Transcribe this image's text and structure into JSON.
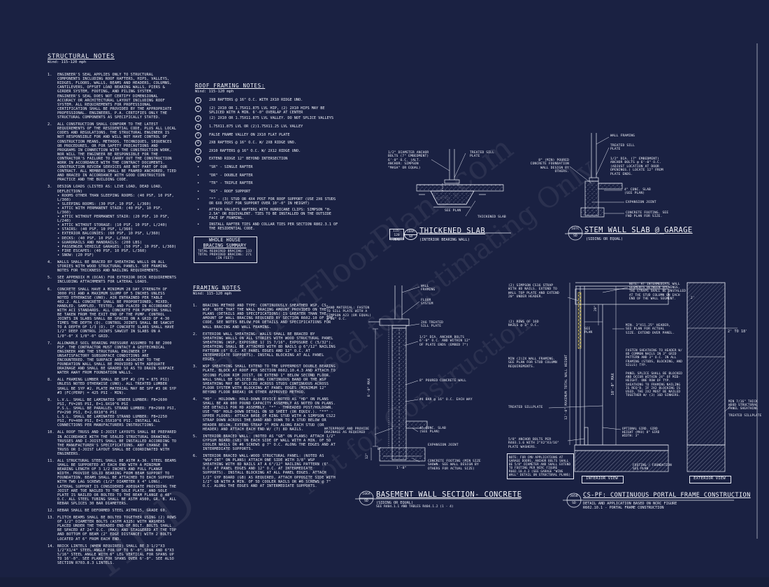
{
  "structural": {
    "title": "STRUCTURAL NOTES",
    "wind": "Wind: 115-120 mph",
    "notes": [
      {
        "n": "1.",
        "text": "Engineer's seal applies only to structural components including roof rafters, hips, valleys, ridges, floors, walls, beams and headers, columns, cantilevers, offset load bearing walls, piers & girder system, footing, and piling system. Engineer's seal does not certify dimensional accuracy or architectural layout including roof system. All requirements for professional certification shall be provided by the appropriate professional. Engineers, P.A. certifies only the structural components as specifically stated."
      },
      {
        "n": "2.",
        "text": "All construction shall conform to the latest requirements of the residential code, plus all local codes and regulations. The structural engineer is not responsible for and will not have control of construction means, methods, techniques, sequences or procedures, or for safety precautions and programs in connection with the construction work, nor will the engineer be responsible for the contractor's failure to carry out the construction work in accordance with the contract documents. Construction review services are not part of our contract. All members shall be framed anchored, tied and braced in accordance with good construction practice and the building code."
      },
      {
        "n": "3.",
        "text": "Design loads (listed as: live load, dead load, deflection)\n• Rooms other than sleeping rooms: (40 psf, 10 psf, L/360)\n• Sleeping rooms: (30 psf, 10 psf, L/360)\n• Attic with permanent stair: (40 psf, 10 psf, L/360)\n• Attic without permanent stair: (20 psf, 10 psf, L/240)\n• Attic without storage: (10 psf, 10 psf, L/240)\n• Stairs: (40 psf, 10 psf, L/360)\n• Exterior balconies: (60 psf, 10 psf, L/360)\n• Decks: (40 psf, 10 psf, L/360)\n• Guardrails and handrails: (200 lbs)\n• Passenger vehicle garages: (50 psf, 10 psf, L/360)\n• Fire escapes: (40 psf, 10 psf, L/360)\n• Snow: (20 psf)"
      },
      {
        "n": "4.",
        "text": "Walls shall be braced by sheathing walls on all stories with wood structural panels. See framing notes for thickness and nailing requirements."
      },
      {
        "n": "5.",
        "text": "See appendix M (DCA6) for exterior deck requirements including attachments for lateral loads."
      },
      {
        "n": "6.",
        "text": "Concrete shall have a minimum 28 day strength of 3000 psi and a maximum slump of 5 inches unless noted otherwise (UNO). Air entrained per table 402.2. All concrete shall be proportioned, mixed, handled, sampled, tested, and placed in accordance with ACI standards. All concrete for pumping shall be taken from the exit end of the pump. Control joints in slabs shall be spaced on a grid of 4-30 times the depth (d). Control joints shall be sawcut to a depth of 1/3 (d). If concrete slabs shall have 1/2\" deep control joints sawcut in slabs on a 1/0\"-0\" x 1/0\"-0\" grid."
      },
      {
        "n": "7.",
        "text": "Allowable soil bearing pressure assumed to be 2000 psf. The contractor must contact a geotechnical engineer and the structural engineer if unsatisfactory subsurface conditions are encountered. The surface area adjacent to the foundation wall shall be provided with adequate drainage and shall be graded so as to drain surface water away from foundation walls."
      },
      {
        "n": "8.",
        "text": "All framing lumber shall be SPF #2 (Fb = 875 psi) unless noted otherwise (UNO). All treated lumber shall be SYP #2. Plate material may be SPF #3 or SYP #3 (Fc(perp) = 425 psi - min)."
      },
      {
        "n": "9.",
        "text": "L.V.L. shall be laminated veneer lumber: Fb=2600 psi, Fv=285 psi, E=1.9x10^6 psi\n P.S.L. shall be parallel strand lumber: Fb=2900 psi, Fv=290 psi, E=2.0x10^6 psi\n L.S.L. shall be laminated strand lumber: Fb=2250 psi, Fv=400 psi, E=1.55x10^6 psi. Install all connections per manufacturers instructions."
      },
      {
        "n": "10.",
        "text": "All roof truss and I-joist layouts shall be prepared in accordance with the sealed structural drawings. Trusses and I-joists shall be installed according to the manufacturer's specifications. Any change in truss or I-joist layout shall be coordinated with engineers."
      },
      {
        "n": "11.",
        "text": "All structural steel shall be ASTM A-36. Steel beams shall be supported at each end with a minimum bearing length of 3 1/2 inches and full flange width. Provide solid bearing from beam support to foundation. Beams shall be attached to each support with two lag screws (1/2\" diameter x 4\" long). Lateral support is considered adequate providing the joist are toe nailed to the sole plate, and sole plate is nailed or bolted to the beam flange @ 48\" o.c. All steel tubing shall be ASTM A500, Gr. B. All rebar splices 30 bar diameters."
      },
      {
        "n": "12.",
        "text": "Rebar shall be deformed steel ASTM615, grade 60."
      },
      {
        "n": "13.",
        "text": "Flitch beams shall be bolted together using (2) rows of 1/2\" diameter bolts (ASTM A325) with washers placed under the threaded end of bolt. Bolts shall be spaced at 24\" o.c. (max) and staggered at the top and bottom of beam (2\" edge distance) with 2 bolts located at 6\" from each end."
      },
      {
        "n": "14.",
        "text": "Brick lintels (when required) shall be 3 1/2\"x3 1/2\"x1/4\" steel angle for up to 6'-0\" span and 6\"x3 5/16\" steel angle with 6\" leg vertical for spans up to 16'-0\". See plans for spans over 6'-0\". See also section R703.8.3 lintels."
      }
    ]
  },
  "roof_framing": {
    "title": "ROOF FRAMING NOTES:",
    "wind": "Wind: 115-120 mph",
    "items": [
      {
        "m": "1",
        "text": "2x8 rafters @ 16\" o.c. with 2x10 ridge UNO."
      },
      {
        "m": "2",
        "text": "(2) 2x10 or 1.75x11.875 LVL hip, (2) 2x10 hips may be spliced with a min. 6'-0\" overlap at center"
      },
      {
        "m": "3",
        "text": "(2) 2x10 or 1.75x11.875 LVL valley. Do not splice valleys"
      },
      {
        "m": "4",
        "text": "1.75x11.875 LVL or (2)1.75x11.25 LVL valley"
      },
      {
        "m": "5",
        "text": "False frame valley on 2x10 flat plate"
      },
      {
        "m": "6",
        "text": "2x8 rafters @ 16\" o.c. w/ 2x8 ridge UNO."
      },
      {
        "m": "7",
        "text": "2x10 rafters @ 16\" o.c. w/ 2x12 ridge UNO."
      },
      {
        "m": "8",
        "text": "Extend ridge 12\" beyond intersection"
      },
      {
        "m": "•",
        "text": "\"SR\" - single rafter"
      },
      {
        "m": "•",
        "text": "\"DR\" - double rafter"
      },
      {
        "m": "•",
        "text": "\"TR\" - triple rafter"
      },
      {
        "m": "•",
        "text": "\"RS\" - roof support"
      },
      {
        "m": "•",
        "text": "\"*\" - (3) stud or 4x4 post for roof support (use 2x6 studs or 6x6 post for support over 10'-0\" in height)"
      },
      {
        "m": "•",
        "text": "Attach valleys rafters with hurricane clips: Simpson \"H-2.5A\" or equivalent. Ties to be installed on the outside face of framing."
      },
      {
        "m": "•",
        "text": "Install rafter ties and collar ties per section R802.3.1 of the residential code."
      }
    ]
  },
  "bracing": {
    "title1": "WHOLE HOUSE",
    "title2": "BRACING SUMMARY",
    "line1": "TOTAL REQUIRED BRACING: 133",
    "line2": "TOTAL PROVIDED BRACING: 271",
    "line3": "(IN FEET)"
  },
  "framing": {
    "title": "FRAMING NOTES",
    "wind": "Wind: 115-120 mph",
    "notes": [
      {
        "n": "1.",
        "text": "Bracing method and type: continuously sheathed WSP, CS-WSP. Note that the wall bracing amount provided on the plans (details and specifications) is greater than the amount of wall bracing required by section R602.10 of the code. See notes below for details and specifications for wall bracing and wall framing."
      },
      {
        "n": "2.",
        "text": "Exterior wall sheathing: walls shall be braced by sheathing walls on all stories with wood structural panel sheathing (WSP, exposure 1) is 7/16\", exposure C (5/32\"). Sheathing shall be attached with 8d nails @ 6\"/12\" nailing pattern (6\" o.c. at panel edges and 12\" o.c. at intermediate supports). Install blocking at all panel edges."
      },
      {
        "n": "3.",
        "text": "WSP sheathing shall extend to the uppermost double bearing plate, block at roof per section R602.10.4.3 and attach to second floor rim joist, or extend 1\" below second floor. Wall shall be spliced along continuous band or the WSP sheathing may be spliced across studs continuous across floor system with blocking at panel edges (minimum 12\" beyond floor break) or other approved method."
      },
      {
        "n": "4.",
        "text": "\"HD\" - holdown: hold-down device noted as \"HD\" on plans shall be an 800 pound capacity assembly as noted on plans. See details for HD assembly. \"*\" - threaded post/holdown. Use \"HD\" hold-down detail on SD sheet (or equiv.). \"**\" - upper floors: attach base of king stud with a Simpson CS22 strap down across the band and down to a stud below or header below. Extend strap 7\" min along each stud (or header) and attach each end w/ (7) 8d nails."
      },
      {
        "n": "5.",
        "text": "Interior braced wall: (noted as \"GB\" on plans) attach 1/2\" gypsum board (GB) on each side of wall with a min. of 5d cooler nails or #6 screws @ 7\" o.c. along the edges and at intermediate supports."
      },
      {
        "n": "6.",
        "text": "Interior braced wall-wood structural panel: (noted as \"WSP-INT\" on plans) attach one side with 3/8\" WSP sheathing with 8d nails at a 6\"/12\" nailing pattern (6\" o.c. at panel edges and 12\" o.c. at intermediate supports). Install blocking at all panel edges. Attach 1/2\" gyp board (GB) as required, attach opposite side with 1/2\" GB with a min. of 5d cooler nails or #6 screws @ 7\" o.c. along the edges and at intermediate supports."
      }
    ]
  },
  "thickened_slab": {
    "title": "THICKENED SLAB",
    "subtitle": "(INTERIOR BEARING WALL)",
    "tag_top": "115-120",
    "tag_bottom": "MPH",
    "tag_ref_top": "104A",
    "tag_ref_bottom": "SD",
    "labels": {
      "anchor": "1/2\" diameter anchor bolts (7\" embedment) 6'-0\" o.c. (alt. anchor: simpson \"MASA\" or equal)",
      "sill": "Treated sill plate",
      "see_plan": "SEE PLAN",
      "slab": "THICKENED SLAB"
    }
  },
  "stem_wall": {
    "title": "STEM WALL SLAB @ GARAGE",
    "subtitle": "(SIDING OR EQUAL)",
    "tag_top": "107C",
    "tag_bottom": "SD",
    "labels": {
      "wall": "WALL FRAMING",
      "sill": "TREATED SILL PLATE",
      "anchor": "1/2\" DIA. (7\" EMBEDMENT) ANCHOR BOLTS @ 6'-0\" O.C. (ADJUST LOCATION AT DOOR OPENINGS.) LOCATE 12\" FROM PLATE ENDS.",
      "poured": "8\" (MIN) POURED CONCRETE FOUNDATION WALL DESIGN BY OTHERS.",
      "slab": "4\" CONC. SLAB (SEE PLAN)",
      "joint": "EXPANSION JOINT",
      "footing": "CONCRETE FOOTING. SEE FND PLAN FOR SIZE."
    }
  },
  "basement": {
    "title": "BASEMENT WALL SECTION- CONCRETE",
    "subtitle": "(SIDING OR EQUAL)",
    "subtitle2": "SEE R404.1.1 AND TABLES R404.1.2 (1 - 4)",
    "tag_top": "106A",
    "tag_bottom": "SD",
    "labels": {
      "band": "BAND MATERIAL: FASTEN TO SILL PLATE WITH A SIMPSON A23 (OR EQUAL) @ 24\" O.C.",
      "wall": "WALL FRAMING",
      "floor": "FLOOR SYSTEM",
      "sill": "2x6 TREATED SILL PLATE",
      "anchor": "1/2\" DIA. ANCHOR BOLTS 6'-0\" O.C. AND WITHIN 12\" OF PLATE ENDS (EMBED 7\")",
      "poured": "8\" POURED CONCRETE WALL",
      "rebar": "#4 BAR @ 16\" O.C. EACH WAY",
      "waterproof": "WATERPROOF AND PROVIDE DRAINAGE AS REQUIRED",
      "slab": "4\" CONC. SLAB (SEE PLAN)",
      "joint": "EXPANSION JOINT",
      "footing": "CONCRETE FOOTING (MIN SIZE SHOWN. SEE WALL DESIGN BY OTHERS FOR ACTUAL SIZE)",
      "dim_wall": "8'-0\" MAX",
      "dim_foot": "1'-8\"",
      "dim_12": "12\"",
      "dim_8": "8\""
    }
  },
  "portal": {
    "title": "CS-PF: CONTINUOUS PORTAL FRAME CONSTRUCTION",
    "subtitle": "DETAIL AND APPLICATION BASED ON NCRC FIGURE",
    "subtitle2": "R602.10.1 - PORTAL FRAME CONSTRUCTION",
    "tag_top": "305B",
    "tag_bottom": "SD",
    "interior": "INTERIOR VIEW",
    "exterior": "EXTERIOR VIEW",
    "labels": {
      "strap": "(2) SIMPSON CS16 STRAP WITH 8d NAILS. EXTEND TO WALL TOP PLATE AND EXTEND 20\" UNDER HEADER.",
      "note_int": "NOTE: AT INTERMEDIATE WALL SEGMENTS BETWEEN OPENINGS, THE STRAPS SHALL BE INSTALLED AT THE STUD COLUMN ON EACH END OF THE WALL SEGMENT.",
      "rows": "(2) ROWS OF 16d NAILS @ 3\" O.C.",
      "header": "MIN. 3\"x11.25\" HEADER, SEE PLAN FOR ACTUAL SIZE. EXTEND OVER PANEL.",
      "min_frame": "MIN (2)2X WALL FRAMING. SEE PLAN FOR STUD COLUMN REQUIREMENTS.",
      "fasten": "FASTEN SHEATHING TO HEADER W/ 8d COMMON NAILS IN 3\" GRID PATTERN AND 3\" O.C. IN ALL FRAMING (STUDS, BLOCKING, AND SILLS) TYP.",
      "panel": "PANEL SPLICE SHALL BE BLOCKED AND OCCUR WITHIN 24\" OF MID-HEIGHT. ONE ROW OF TYP. SHEATHING TO FRAMING NAILING IS REQ'D. IF 2X2 BLOCKING IS USED, THE 2X2 MUST BE NAILED TOGETHER W/ (3) 16d SINKERS.",
      "treated": "TREATED SILLPLATE",
      "optional": "OPTIONAL GIRD. GIRD HEIGHT (MAX) 8\" GIRD WIDTH: 3\"",
      "anchor": "5/8\" ANCHOR BOLTS PER R403.1.6 WITH 2\"x2\"x3/16\" PLATE WASHERS.",
      "note_cmu": "NOTE: FOR CMU APPLICATIONS AT GARAGE DOORS, ANCHOR BOLTS SHALL BE 5/8\" DIAMETER AND SHALL EXTEND TO FOOTING PER NCRC FIGURE R602.10.4.3 (SEE GARAGE \"WING WALL\" DETAIL ON STRUCTURAL PLANS)",
      "footing": "FOOTING / FOUNDATION SEE PLAN",
      "dim_2to18": "2' TO 18'",
      "dim_10max": "10'-0\" MAX",
      "dim_12max": "12'-0\" MAXIMUM TOTAL WALL HEIGHT",
      "see_plan": "SEE PLAN",
      "dim_20": "20\"",
      "dim_2ft": "2'",
      "min_716": "MIN 7/16\" THICK WOOD STRUCTURAL PANEL SHEATHING",
      "ext_treated": "TREATED SILLPLATE"
    }
  },
  "watermark": {
    "line1": "BuilderFloorPlans.com",
    "line2": "May be used for Estimating Only",
    "line3": "Not for Construction",
    "corner": "HHD"
  }
}
